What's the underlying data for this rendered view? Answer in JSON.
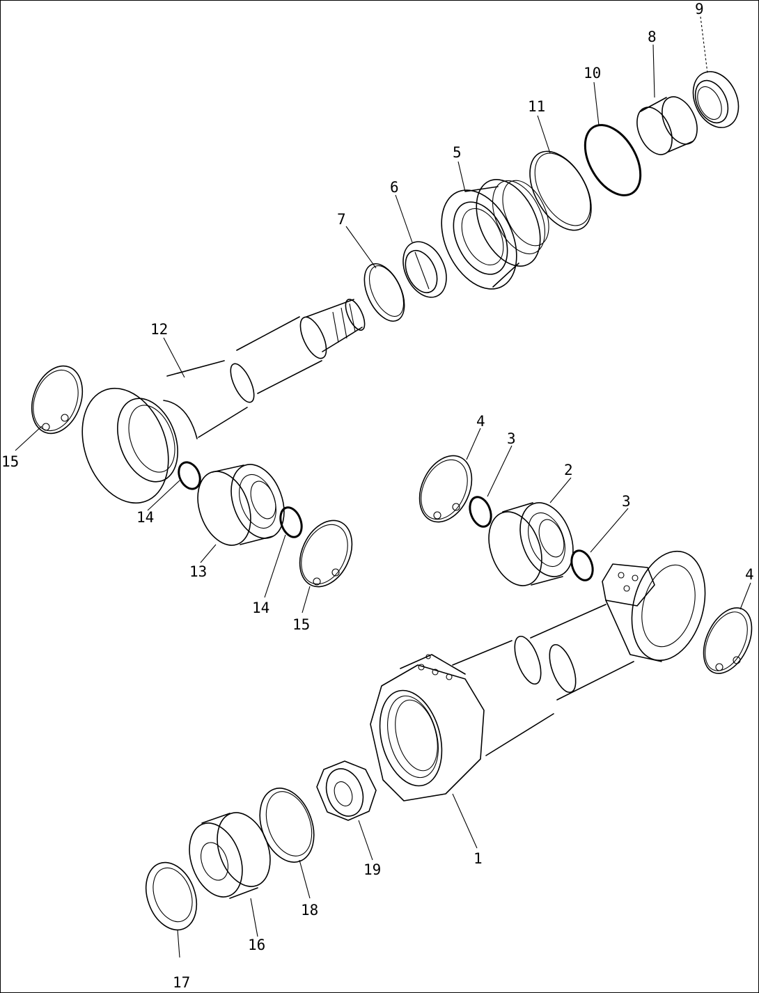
{
  "diagram": {
    "callouts": [
      {
        "id": "c1",
        "text": "1"
      },
      {
        "id": "c2",
        "text": "2"
      },
      {
        "id": "c3a",
        "text": "3"
      },
      {
        "id": "c3b",
        "text": "3"
      },
      {
        "id": "c4a",
        "text": "4"
      },
      {
        "id": "c4b",
        "text": "4"
      },
      {
        "id": "c5",
        "text": "5"
      },
      {
        "id": "c6",
        "text": "6"
      },
      {
        "id": "c7",
        "text": "7"
      },
      {
        "id": "c8",
        "text": "8"
      },
      {
        "id": "c9",
        "text": "9"
      },
      {
        "id": "c10",
        "text": "10"
      },
      {
        "id": "c11",
        "text": "11"
      },
      {
        "id": "c12",
        "text": "12"
      },
      {
        "id": "c13",
        "text": "13"
      },
      {
        "id": "c14a",
        "text": "14"
      },
      {
        "id": "c14b",
        "text": "14"
      },
      {
        "id": "c15a",
        "text": "15"
      },
      {
        "id": "c15b",
        "text": "15"
      },
      {
        "id": "c16",
        "text": "16"
      },
      {
        "id": "c17",
        "text": "17"
      },
      {
        "id": "c18",
        "text": "18"
      },
      {
        "id": "c19",
        "text": "19"
      }
    ]
  }
}
